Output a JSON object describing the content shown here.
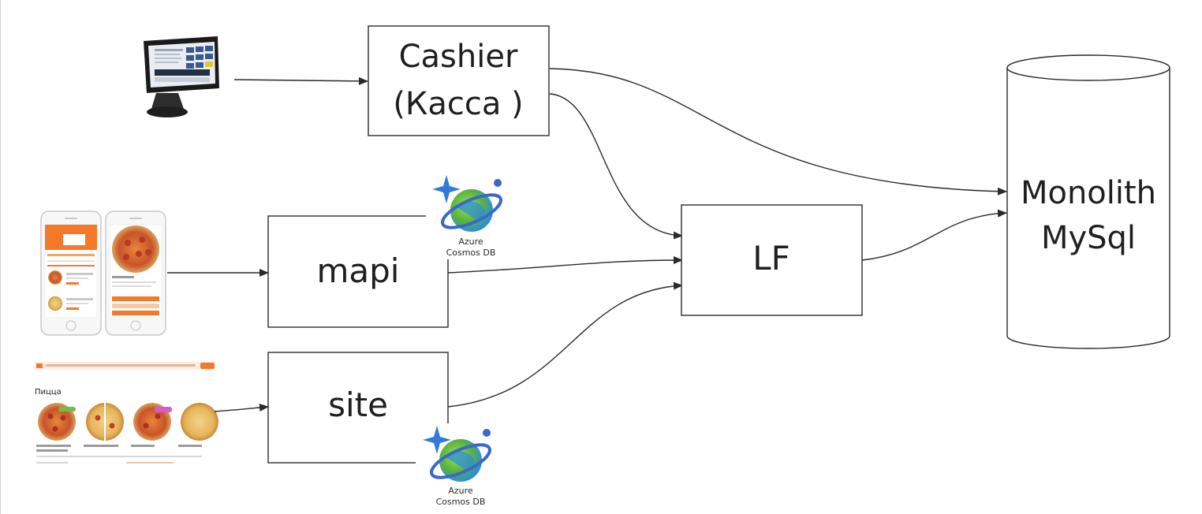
{
  "nodes": {
    "cashier": {
      "lines": [
        "Cashier",
        "(Касса )"
      ]
    },
    "mapi": {
      "label": "mapi"
    },
    "site": {
      "label": "site"
    },
    "lf": {
      "label": "LF"
    },
    "monolith": {
      "lines": [
        "Monolith",
        "MySql"
      ]
    }
  },
  "badges": {
    "cosmos_top": {
      "line1": "Azure",
      "line2": "Cosmos DB"
    },
    "cosmos_bottom": {
      "line1": "Azure",
      "line2": "Cosmos DB"
    }
  },
  "thumbnails": {
    "site": {
      "heading": "Пицца"
    }
  },
  "colors": {
    "stroke": "#2a2a2a",
    "brand_orange": "#f47a2a",
    "cosmos_blue": "#2f7bd8",
    "cosmos_green": "#7cc242",
    "cosmos_ring": "#3a67c9"
  }
}
